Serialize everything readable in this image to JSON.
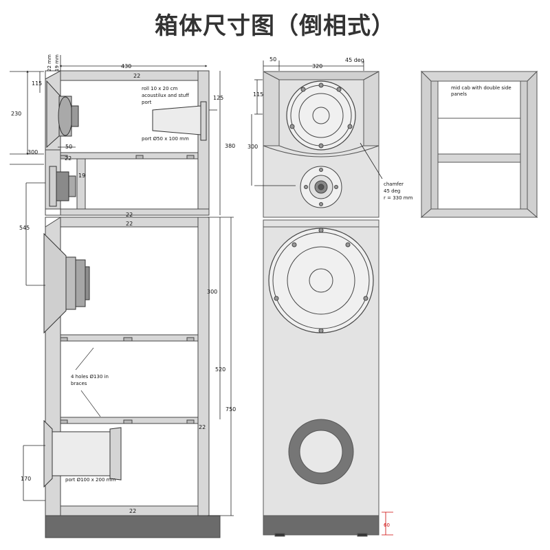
{
  "title": "箱体尺寸图（倒相式）",
  "side_view": {
    "dim_width": "430",
    "dim_top_a": "22 mm",
    "dim_top_b": "19 mm",
    "panel_thk": "22",
    "dim_115": "115",
    "dim_230": "230",
    "dim_300_left": "300",
    "dim_545": "545",
    "dim_170": "170",
    "dim_50": "50",
    "dim_19": "19",
    "dim_125": "125",
    "dim_380": "380",
    "dim_300_right": "300",
    "dim_520": "520",
    "dim_750": "750",
    "note_stuff": [
      "roll 10 x 20 cm",
      "acoustilux and stuff",
      "port"
    ],
    "note_port_top": "port Ø50 x 100 mm",
    "note_braces": [
      "4 holes Ø130 in",
      "braces"
    ],
    "note_port_bottom": "port Ø100 x 200 mm"
  },
  "front_view": {
    "dim_50": "50",
    "dim_320": "320",
    "dim_45deg": "45 deg",
    "dim_115": "115",
    "dim_300": "300",
    "note_chamfer": [
      "chamfer",
      "45 deg",
      "r = 330 mm"
    ],
    "dim_60": "60"
  },
  "mid_cab": {
    "note": [
      "mid cab with double side",
      "panels"
    ]
  },
  "colors": {
    "cabinet_fill": "#e3e3e3",
    "panel_fill": "#d7d7d7",
    "base_fill": "#6b6b6b",
    "port_ring": "#767676",
    "line": "#444444",
    "dim_line": "#222222",
    "red_dim": "#cc0000"
  }
}
